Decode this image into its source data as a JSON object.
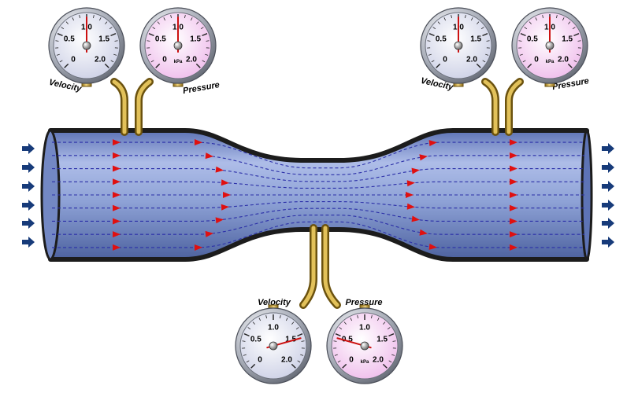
{
  "colors": {
    "pipe_fill": "#8ea2d6",
    "pipe_outline": "#1c1c1c",
    "streamline": "#2b2fa8",
    "direction_arrow": "#e01010",
    "flow_arrow": "#173b7a",
    "velocity_dial_face": "#e4e6f2",
    "pressure_dial_face": "#f4d4f0",
    "gauge_rim": "#8a8f9a",
    "needle": "#cc1111",
    "brass": "#c8a43a"
  },
  "gauges": [
    {
      "id": "left-velocity",
      "kind": "Velocity",
      "label": "Velocity",
      "unit": "",
      "ticks": [
        "0.5",
        "1.0",
        "1.5",
        "0",
        "2.0"
      ],
      "reading": 1.0
    },
    {
      "id": "left-pressure",
      "kind": "Pressure",
      "label": "Pressure",
      "unit": "kPa",
      "ticks": [
        "0.5",
        "1.0",
        "1.5",
        "0",
        "2.0"
      ],
      "reading": 1.0
    },
    {
      "id": "right-velocity",
      "kind": "Velocity",
      "label": "Velocity",
      "unit": "",
      "ticks": [
        "0.5",
        "1.0",
        "1.5",
        "0",
        "2.0"
      ],
      "reading": 1.0
    },
    {
      "id": "right-pressure",
      "kind": "Pressure",
      "label": "Pressure",
      "unit": "kPa",
      "ticks": [
        "0.5",
        "1.0",
        "1.5",
        "0",
        "2.0"
      ],
      "reading": 1.0
    },
    {
      "id": "throat-velocity",
      "kind": "Velocity",
      "label": "Velocity",
      "unit": "",
      "ticks": [
        "0.5",
        "1.0",
        "1.5",
        "0",
        "2.0"
      ],
      "reading": 1.55
    },
    {
      "id": "throat-pressure",
      "kind": "Pressure",
      "label": "Pressure",
      "unit": "kPa",
      "ticks": [
        "0.5",
        "1.0",
        "1.5",
        "0",
        "2.0"
      ],
      "reading": 0.45
    }
  ],
  "icons": {
    "inflow": "right-arrow-icon",
    "outflow": "right-arrow-icon",
    "direction": "red-triangle-arrow-icon"
  }
}
